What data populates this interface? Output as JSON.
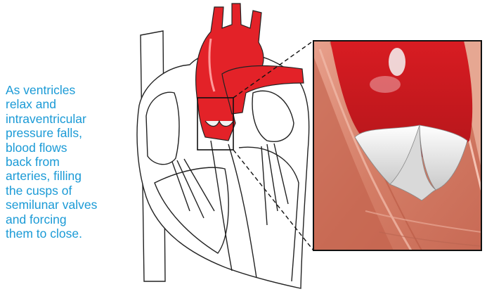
{
  "caption": {
    "lines": [
      "As ventricles",
      "relax and",
      "intraventricular",
      "pressure falls,",
      "blood flows",
      "back from",
      "arteries, filling",
      "the cusps of",
      "semilunar valves",
      "and forcing",
      "them to close."
    ]
  },
  "colors": {
    "caption_text": "#1a9ad6",
    "blood_red": "#e32228",
    "dark_red": "#a8141a",
    "vessel_wall": "#d98a72",
    "valve_cusp": "#f2f2f2",
    "outline": "#222222"
  }
}
